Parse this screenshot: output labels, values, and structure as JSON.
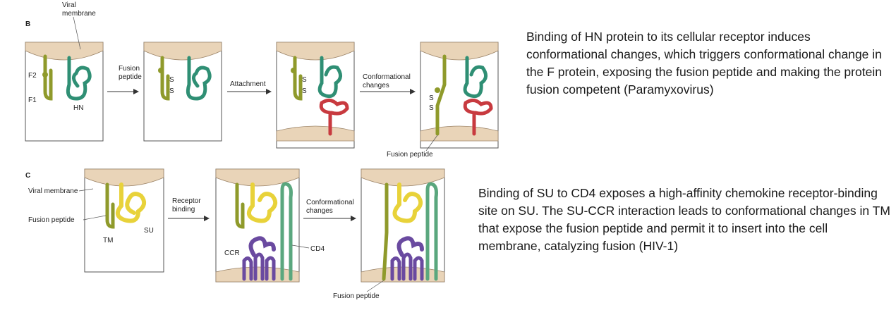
{
  "panel_b": {
    "letter": "B",
    "labels": {
      "viral_membrane_1": "Viral",
      "viral_membrane_2": "membrane",
      "f2": "F2",
      "f1": "F1",
      "hn": "HN",
      "fusion_peptide_1": "Fusion",
      "fusion_peptide_2": "peptide",
      "attachment": "Attachment",
      "conformational_1": "Conformational",
      "conformational_2": "changes",
      "fusion_peptide_bottom": "Fusion peptide",
      "s": "S"
    },
    "description": "Binding of HN protein to its cellular receptor induces conformational changes, which triggers conformational change in the F protein, exposing the fusion peptide and making the protein fusion competent (Paramyxovirus)"
  },
  "panel_c": {
    "letter": "C",
    "labels": {
      "viral_membrane": "Viral membrane",
      "fusion_peptide": "Fusion peptide",
      "tm": "TM",
      "su": "SU",
      "receptor_1": "Receptor",
      "receptor_2": "binding",
      "conformational_1": "Conformational",
      "conformational_2": "changes",
      "ccr": "CCR",
      "cd4": "CD4",
      "fusion_peptide_bottom": "Fusion peptide"
    },
    "description": "Binding of SU to CD4 exposes a high-affinity chemokine receptor-binding site on SU. The SU-CCR interaction leads to conformational changes in TM that expose the fusion peptide and permit it to insert into the cell membrane, catalyzing fusion (HIV-1)"
  },
  "colors": {
    "membrane": "#e9d4b8",
    "membrane_line": "#9c8468",
    "f_protein": "#8f9a2b",
    "hn_protein": "#2f8f74",
    "receptor_red": "#c83a3f",
    "su_yellow": "#e8d23a",
    "ccr_purple": "#6a4aa0",
    "cd4_green": "#5aa77e"
  }
}
